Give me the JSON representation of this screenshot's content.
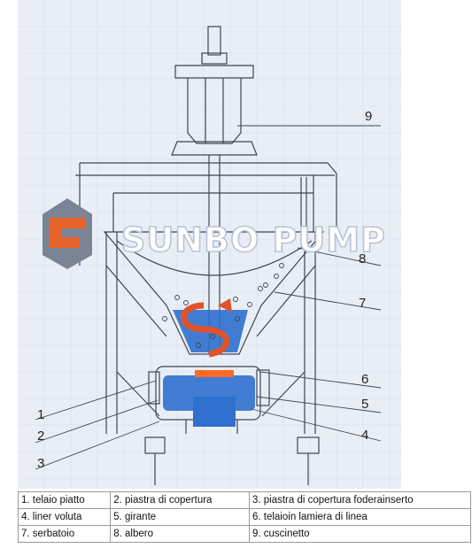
{
  "diagram": {
    "brand": "SUNBO PUMP",
    "callouts": [
      "1",
      "2",
      "3",
      "4",
      "5",
      "6",
      "7",
      "8",
      "9"
    ],
    "colors": {
      "background": "#e9eef6",
      "line": "#3c4656",
      "fluid": "#2f6fce",
      "impeller": "#e0532a",
      "logo_orange": "#e8632a",
      "logo_gray": "#7b8494"
    }
  },
  "legend": {
    "rows": [
      [
        "1. telaio piatto",
        "2. piastra di copertura",
        "3. piastra di copertura foderainserto"
      ],
      [
        "4. liner voluta",
        "5. girante",
        "6. telaioin lamiera di linea"
      ],
      [
        "7. serbatoio",
        "8. albero",
        "9. cuscinetto"
      ]
    ]
  }
}
